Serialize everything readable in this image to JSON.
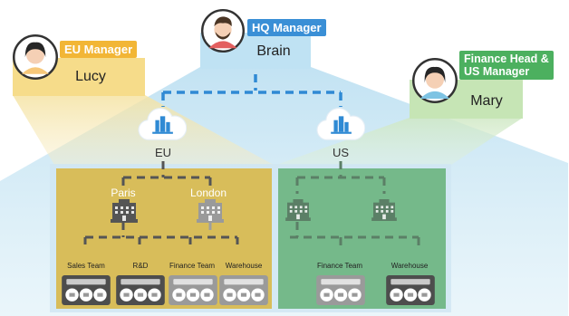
{
  "people": {
    "hq": {
      "tag": "HQ Manager",
      "name": "Brain",
      "tag_color": "#3a8fd6",
      "card_color": "#bfe2f3"
    },
    "eu": {
      "tag": "EU Manager",
      "name": "Lucy",
      "tag_color": "#f2b636",
      "card_color": "#f6dc8a"
    },
    "us": {
      "tag_line1": "Finance Head &",
      "tag_line2": "US Manager",
      "name": "Mary",
      "tag_color": "#4cb05f",
      "card_color": "#c6e5b5"
    }
  },
  "regions": {
    "eu": "EU",
    "us": "US"
  },
  "cities": {
    "paris": "Paris",
    "london": "London"
  },
  "teams": {
    "sales": "Sales Team",
    "rnd": "R&D",
    "finance_eu": "Finance Team",
    "warehouse_eu": "Warehouse",
    "finance_us": "Finance Team",
    "warehouse_us": "Warehouse"
  },
  "colors": {
    "eu_panel": "#d8bd5a",
    "us_panel": "#75b98a",
    "link": "#2f8ad4",
    "dash_dark": "#555555",
    "dash_light": "#9e9e9e",
    "dash_us": "#5b7f66",
    "cloud_icon": "#2f8ad4"
  },
  "icons": {
    "cloud": "cloud-network-icon",
    "building": "office-building-icon",
    "switch": "network-switch-icon",
    "avatar": "person-avatar-icon"
  }
}
